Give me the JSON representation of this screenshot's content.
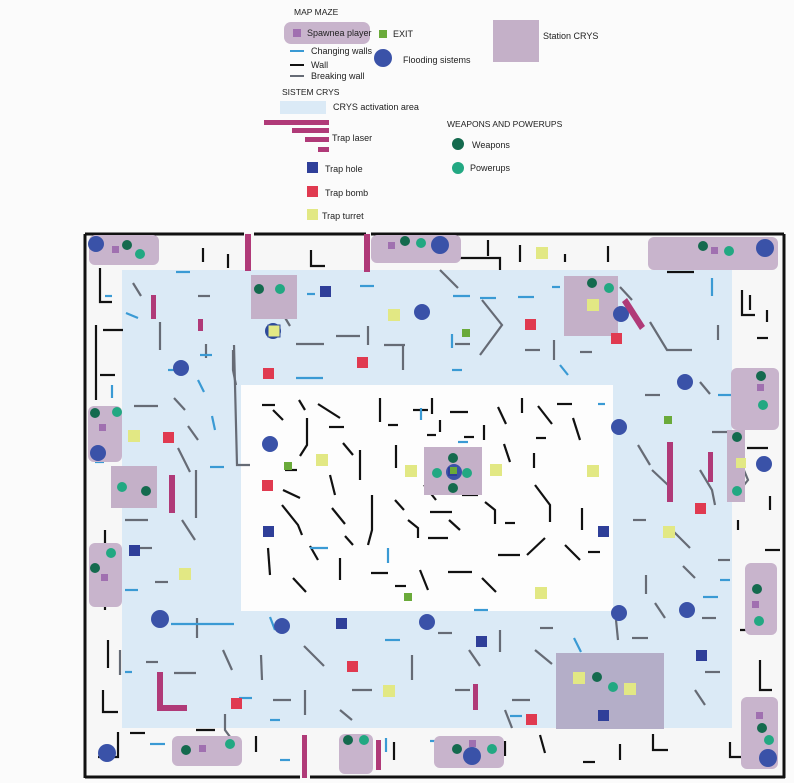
{
  "legend": {
    "title": "MAP MAZE",
    "spawn": "Spawnea player",
    "changing_walls": "Changing walls",
    "wall": "Wall",
    "breaking_wall": "Breaking wall",
    "exit": "EXIT",
    "flooding": "Flooding sistems",
    "station": "Station CRYS",
    "sistem_title": "SISTEM CRYS",
    "crys_area": "CRYS activation area",
    "trap_laser": "Trap laser",
    "trap_hole": "Trap hole",
    "trap_bomb": "Trap bomb",
    "trap_turret": "Trap turret",
    "weapons_title": "WEAPONS AND POWERUPS",
    "weapons": "Weapons",
    "powerups": "Powerups"
  },
  "colors": {
    "spawn_box": "#c8b4cc",
    "spawn_marker": "#a070b0",
    "exit": "#6aaa3a",
    "flooding": "#3a52a8",
    "station": "#c4b0c8",
    "crys_area": "#dbeaf6",
    "trap_laser": "#b03a78",
    "trap_hole": "#2f3f99",
    "trap_bomb": "#e03a50",
    "trap_turret": "#e2e884",
    "weapons": "#146a4e",
    "powerups": "#22a882",
    "wall": "#111111",
    "changing_wall": "#3a9ad4",
    "breaking_wall": "#666b75"
  }
}
